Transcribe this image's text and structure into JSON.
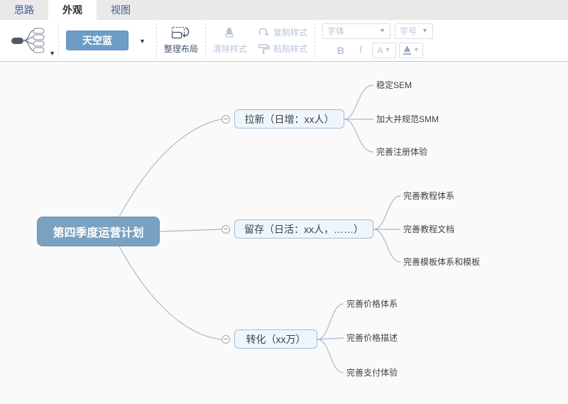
{
  "tabs": [
    {
      "label": "思路",
      "active": false
    },
    {
      "label": "外观",
      "active": true
    },
    {
      "label": "视图",
      "active": false
    }
  ],
  "toolbar": {
    "theme_button": "天空蓝",
    "arrange_layout": "整理布局",
    "clear_style": "清除样式",
    "copy_style": "复制样式",
    "paste_style": "粘贴样式",
    "font_family_value": "字体",
    "font_size_value": "字号",
    "bold_label": "B",
    "italic_label": "I",
    "font_color_label": "A"
  },
  "mindmap": {
    "root": "第四季度运营计划",
    "branches": [
      {
        "label": "拉新（日增：xx人）",
        "children": [
          "稳定SEM",
          "加大并规范SMM",
          "完善注册体验"
        ]
      },
      {
        "label": "留存（日活：xx人，……）",
        "children": [
          "完善教程体系",
          "完善教程文档",
          "完善模板体系和模板"
        ]
      },
      {
        "label": "转化（xx万）",
        "children": [
          "完善价格体系",
          "完善价格描述",
          "完善支付体验"
        ]
      }
    ]
  },
  "colors": {
    "accent": "#6d9dc5",
    "root-fill": "#7ba1c1",
    "branch-fill": "#eff6fb",
    "branch-border": "#9fbcd8",
    "wire": "#a3bbd2",
    "tab-text": "#3d5a96",
    "tab-active-text": "#2b2b2b",
    "tabbar-bg": "#e9e9e9",
    "tool-text": "#44546a",
    "disabled": "#b6c5d8",
    "canvas-bg": "#fafafa"
  }
}
